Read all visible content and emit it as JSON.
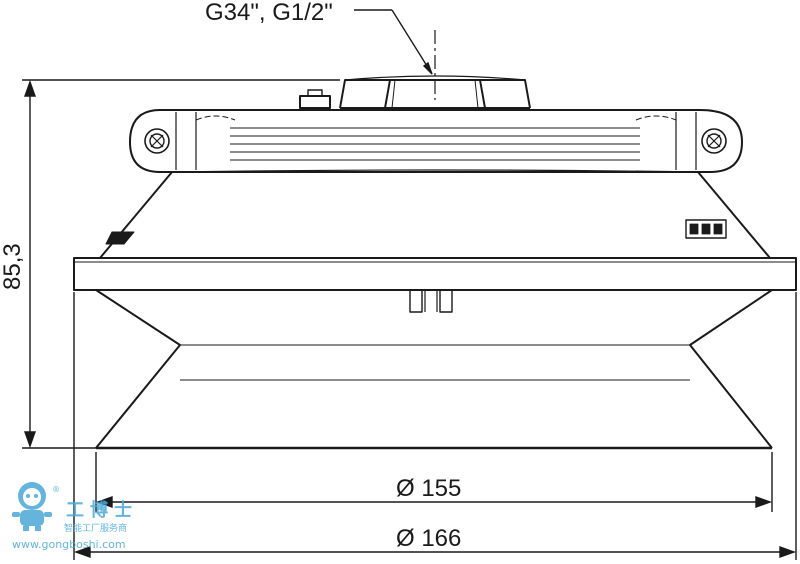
{
  "drawing": {
    "thread_label": "G34\", G1/2\"",
    "height_dim": "85,3",
    "diameter_inner": "Ø 155",
    "diameter_outer": "Ø 166"
  },
  "watermark": {
    "brand_cn": "工博士",
    "tagline_cn": "智能工厂服务商",
    "url": "www.gongboshi.com",
    "registered": "®"
  },
  "colors": {
    "line": "#1a1a1a",
    "watermark": "#4aa8d8",
    "background": "#ffffff"
  }
}
